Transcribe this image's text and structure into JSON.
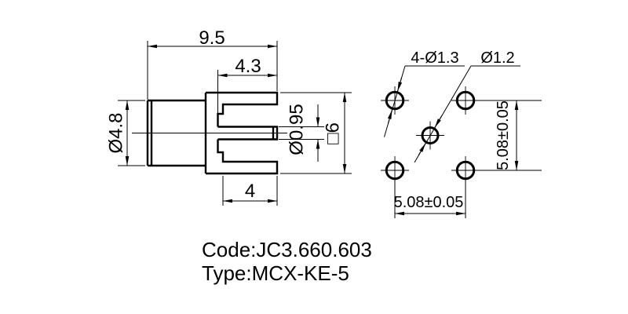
{
  "drawing": {
    "side_view": {
      "overall_length": "9.5",
      "flange_to_tip": "4.3",
      "barrel_diameter": "Ø4.8",
      "pin_diameter": "Ø0.95",
      "body_square": "□6",
      "leg_length": "4"
    },
    "footprint": {
      "corner_holes": "4-Ø1.3",
      "center_hole": "Ø1.2",
      "vertical_pitch": "5.08±0.05",
      "horizontal_pitch": "5.08±0.05"
    },
    "title_block": {
      "code": "Code:JC3.660.603",
      "type": "Type:MCX-KE-5"
    },
    "colors": {
      "line": "#000000",
      "background": "#ffffff"
    }
  }
}
